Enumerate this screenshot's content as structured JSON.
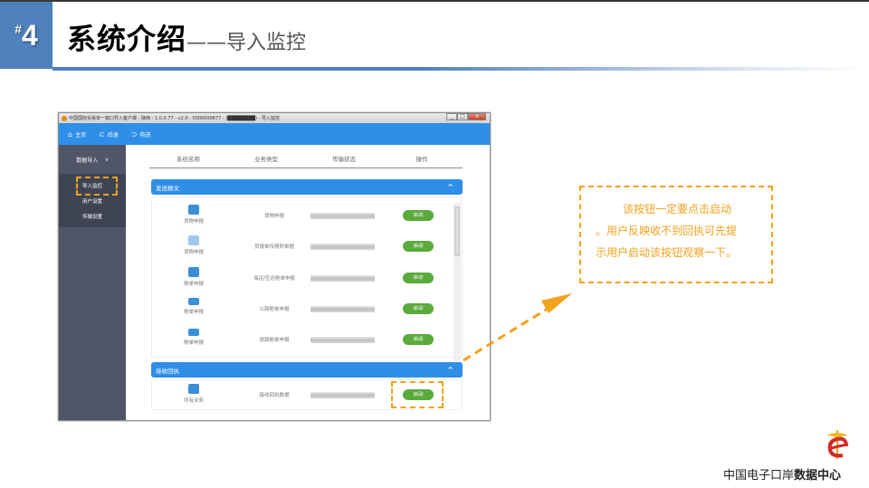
{
  "slide": {
    "number_hash": "#",
    "number": "4",
    "title_main": "系统介绍",
    "title_sub": "——导入监控"
  },
  "window": {
    "title": "中国国际贸易单一窗口导入客户端 - 陕西 - 1.0.0.77 - v2.0 - 0000000677 - (████████) - 导入监控",
    "controls": {
      "minimize": "_",
      "maximize": "□",
      "close": "x"
    },
    "nav": [
      {
        "label": "主页",
        "icon": "home-icon"
      },
      {
        "label": "后退",
        "icon": "back-icon"
      },
      {
        "label": "前进",
        "icon": "forward-icon"
      }
    ],
    "sidebar": {
      "group_label": "数据导入",
      "group_chevron": "v",
      "items": [
        {
          "label": "导入监控",
          "active": true
        },
        {
          "label": "用户设置",
          "active": false
        },
        {
          "label": "传输设置",
          "active": false
        }
      ]
    },
    "table": {
      "headers": [
        "系统名称",
        "业务类型",
        "传输状态",
        "操作"
      ],
      "sections": [
        {
          "title": "发送报文",
          "chevron": "^",
          "rows": [
            {
              "system": "货物申报",
              "type": "货物申报",
              "action": "启动"
            },
            {
              "system": "货物申报",
              "type": "货报单传随附单据",
              "action": "启动"
            },
            {
              "system": "舱单申报",
              "type": "海运/空运舱单申报",
              "action": "启动"
            },
            {
              "system": "舱单申报",
              "type": "公路舱单申报",
              "action": "启动"
            },
            {
              "system": "舱单申报",
              "type": "铁路舱单申报",
              "action": "启动"
            }
          ]
        },
        {
          "title": "接收回执",
          "chevron": "^",
          "rows": [
            {
              "system": "所有业务",
              "type": "接收回执数据",
              "action": "启动"
            }
          ]
        }
      ]
    }
  },
  "annotation": {
    "line1": "该按钮一定要点击启动",
    "line2": "。用户反映收不到回执可先提",
    "line3": "示用户启动该按钮观察一下。",
    "color": "#f4a11c"
  },
  "footer": {
    "text_normal": "中国电子口岸",
    "text_bold": "数据中心"
  },
  "colors": {
    "accent_blue": "#2f8fe8",
    "slide_blue": "#4f81bd",
    "sidebar": "#505668",
    "start_green": "#5aaa3c",
    "highlight_orange": "#f4a11c"
  }
}
